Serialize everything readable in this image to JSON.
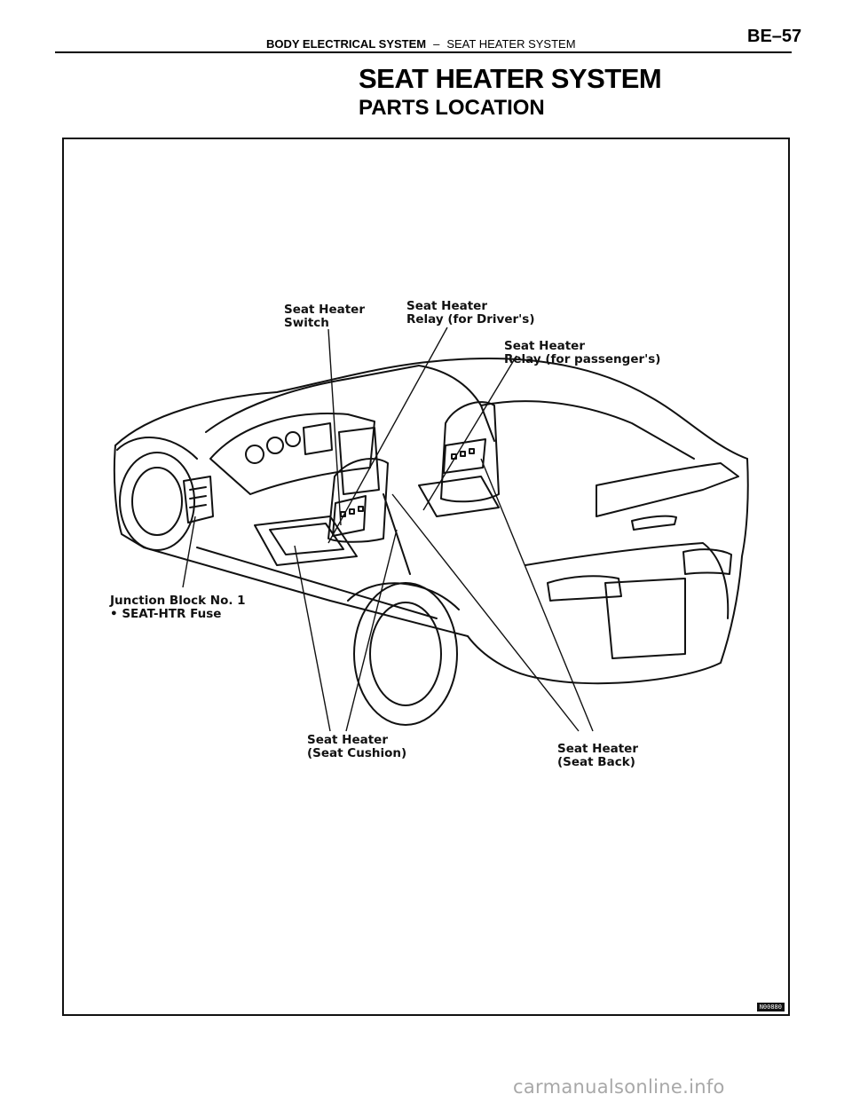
{
  "header": {
    "section": "BODY ELECTRICAL SYSTEM",
    "separator": "–",
    "subsection": "SEAT HEATER SYSTEM",
    "page_number": "BE–57"
  },
  "title": "SEAT HEATER SYSTEM",
  "subtitle": "PARTS LOCATION",
  "figure": {
    "callouts": {
      "switch": [
        "Seat Heater",
        "Switch"
      ],
      "relay_driver": [
        "Seat Heater",
        "Relay (for Driver's)"
      ],
      "relay_passenger": [
        "Seat Heater",
        "Relay (for passenger's)"
      ],
      "junction_block": [
        "Junction Block No. 1",
        "•  SEAT-HTR Fuse"
      ],
      "seat_cushion": [
        "Seat Heater",
        "(Seat Cushion)"
      ],
      "seat_back": [
        "Seat Heater",
        "(Seat Back)"
      ]
    },
    "figure_id": "N00880"
  },
  "watermark": "carmanualsonline.info"
}
